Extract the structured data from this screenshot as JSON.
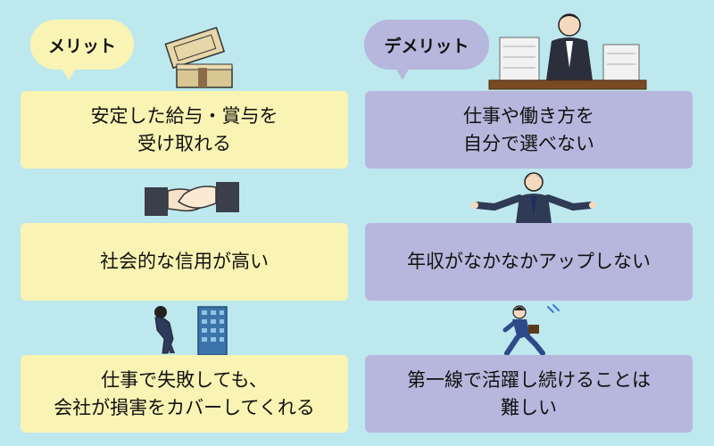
{
  "merit": {
    "label": "メリット",
    "items": [
      "安定した給与・賞与を\n受け取れる",
      "社会的な信用が高い",
      "仕事で失敗しても、\n会社が損害をカバーしてくれる"
    ]
  },
  "demerit": {
    "label": "デメリット",
    "items": [
      "仕事や働き方を\n自分で選べない",
      "年収がなかなかアップしない",
      "第一線で活躍し続けることは\n難しい"
    ]
  },
  "colors": {
    "background": "#bde8ee",
    "merit": "#f9f4b3",
    "demerit": "#b7b7dd"
  },
  "illustrations": [
    "money-icon",
    "handshake-icon",
    "bowing-businessman-icon",
    "overwhelmed-businessman-icon",
    "shrugging-businessman-icon",
    "running-businessman-icon"
  ]
}
